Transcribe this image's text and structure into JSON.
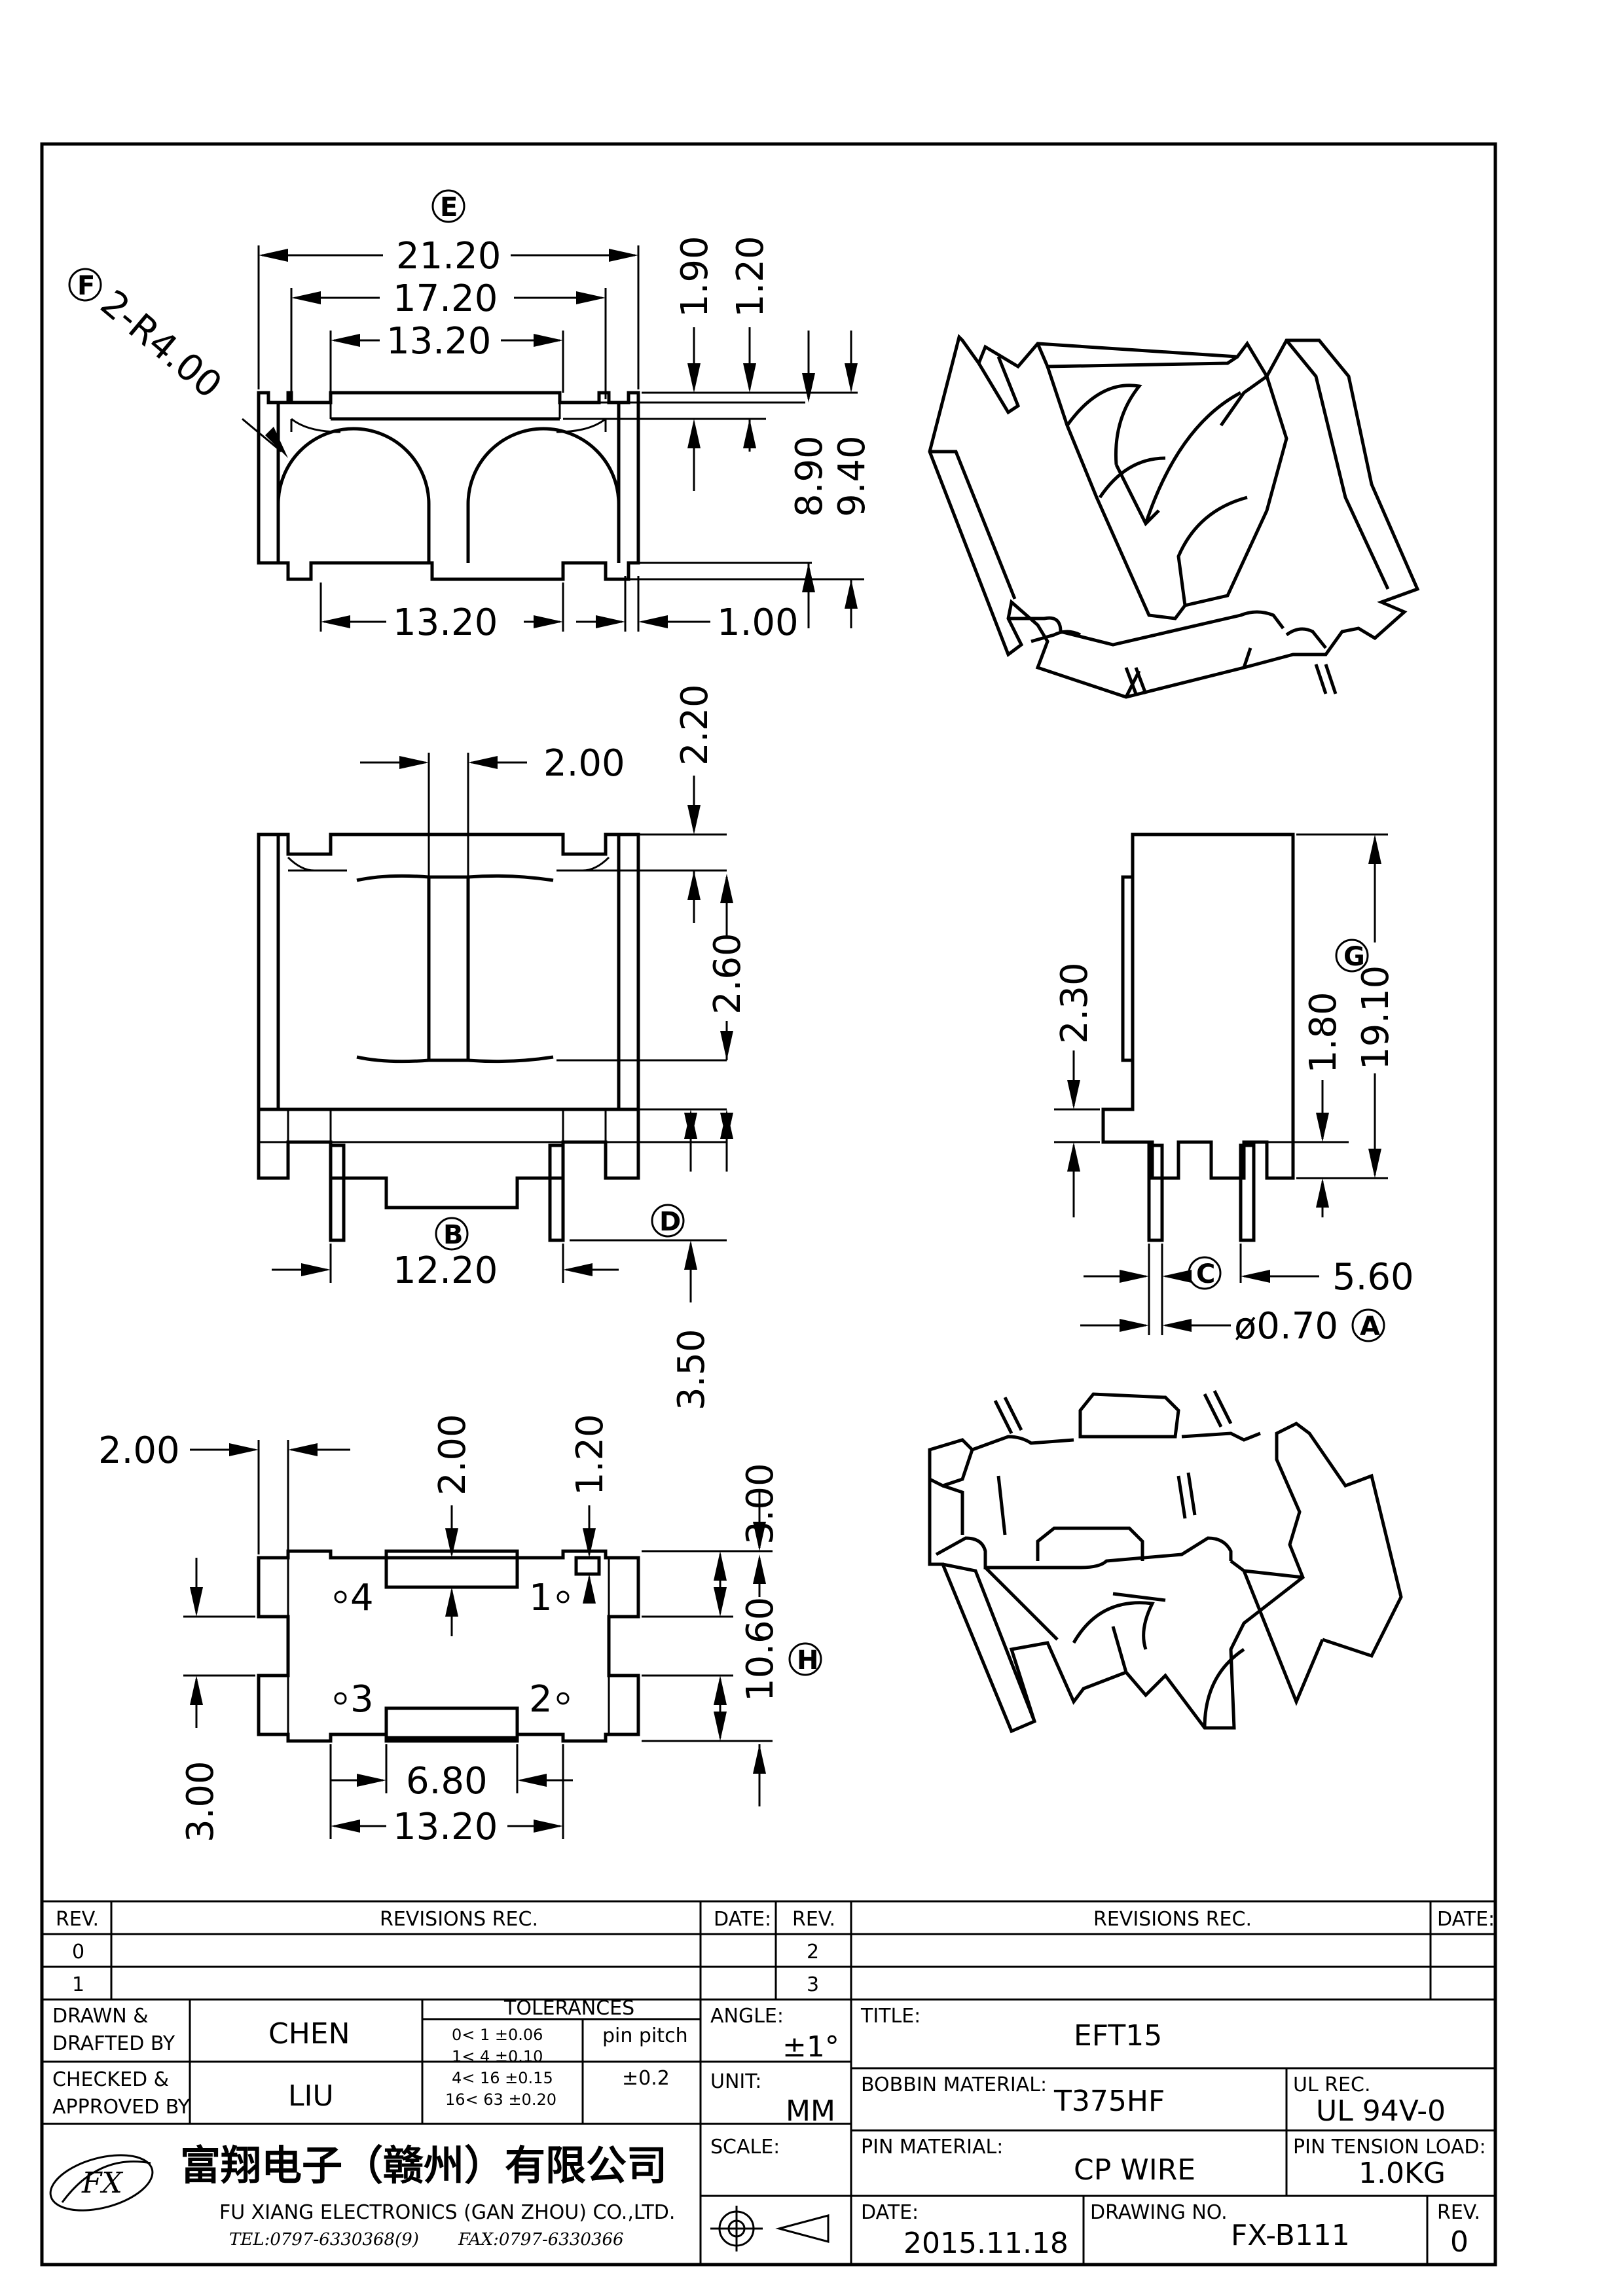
{
  "view_top": {
    "ref_E": "E",
    "ref_F": "F",
    "radius_label": "2-R4.00",
    "d_21_20": "21.20",
    "d_17_20": "17.20",
    "d_13_20_top": "13.20",
    "d_13_20_bottom": "13.20",
    "d_1_90": "1.90",
    "d_1_20": "1.20",
    "d_8_90": "8.90",
    "d_9_40": "9.40",
    "d_1_00": "1.00"
  },
  "view_front": {
    "d_2_00": "2.00",
    "d_2_20": "2.20",
    "d_2_60": "2.60",
    "ref_B": "B",
    "d_12_20": "12.20",
    "ref_D": "D",
    "d_3_50": "3.50"
  },
  "view_side": {
    "d_2_30": "2.30",
    "ref_G": "G",
    "d_1_80": "1.80",
    "d_19_10": "19.10",
    "ref_C": "C",
    "d_5_60": "5.60",
    "d_pin": "ø0.70",
    "ref_A": "A"
  },
  "view_bottom": {
    "d_2_00_left": "2.00",
    "d_2_00": "2.00",
    "d_1_20": "1.20",
    "d_3_00_top": "3.00",
    "d_10_60": "10.60",
    "ref_H": "H",
    "d_3_00_bottom": "3.00",
    "d_6_80": "6.80",
    "d_13_20": "13.20",
    "pin1": "1",
    "pin2": "2",
    "pin3": "3",
    "pin4": "4"
  },
  "revisions": {
    "h_rev": "REV.",
    "h_revrec": "REVISIONS   REC.",
    "h_date": "DATE:",
    "h_rev2": "REV.",
    "h_revrec2": "REVISIONS   REC.",
    "h_date2": "DATE:",
    "r0": "0",
    "r1": "1",
    "r2": "2",
    "r3": "3"
  },
  "title_block": {
    "drawn_l1": "DRAWN  &",
    "drawn_l2": "DRAFTED BY",
    "drawn_val": "CHEN",
    "checked_l1": "CHECKED  &",
    "checked_l2": "APPROVED BY",
    "checked_val": "LIU",
    "tol_title": "TOLERANCES",
    "tol_rows": [
      "0<   1    ±0.06",
      "1<   4    ±0.10",
      "4<   16  ±0.15",
      "16<   63  ±0.20"
    ],
    "pin_pitch": "pin  pitch",
    "pin_pitch_val": "±0.2",
    "angle_label": "ANGLE:",
    "angle_val": "±1°",
    "unit_label": "UNIT:",
    "unit_val": "MM",
    "scale_label": "SCALE:",
    "title_label": "TITLE:",
    "title_val": "EFT15",
    "bobbin_label": "BOBBIN  MATERIAL:",
    "bobbin_val": "T375HF",
    "ul_label": "UL  REC.",
    "ul_val": "UL  94V-0",
    "pinmat_label": "PIN  MATERIAL:",
    "pinmat_val": "CP  WIRE",
    "tension_label": "PIN  TENSION  LOAD:",
    "tension_val": "1.0KG",
    "date_label": "DATE:",
    "date_val": "2015.11.18",
    "drawno_label": "DRAWING  NO.",
    "drawno_val": "FX-B111",
    "rev_label": "REV.",
    "rev_val": "0",
    "company_cn": "富翔电子（赣州）有限公司",
    "company_en": "FU  XIANG  ELECTRONICS  (GAN  ZHOU)  CO.,LTD.",
    "tel": "TEL:0797-6330368(9)",
    "fax": "FAX:0797-6330366",
    "logo_text": "FX"
  }
}
